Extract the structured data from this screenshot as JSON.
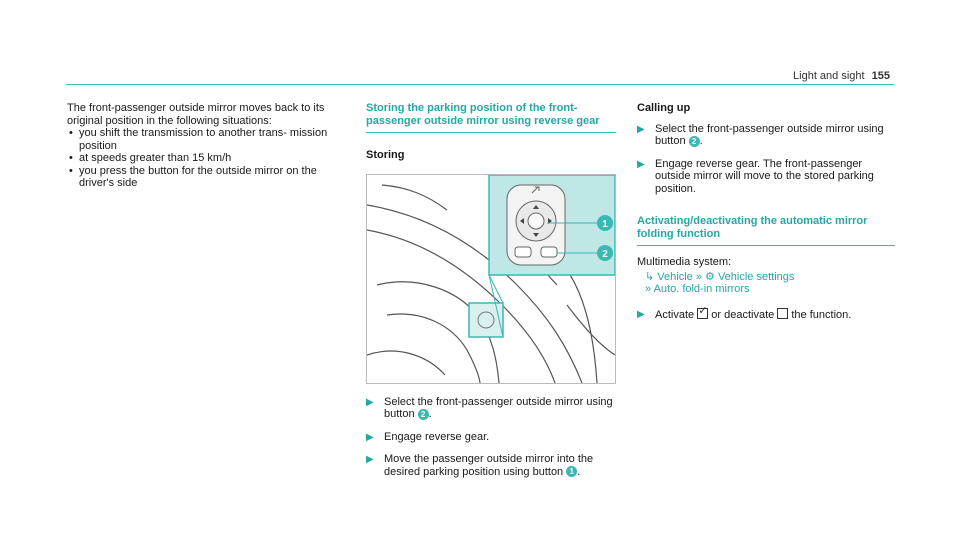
{
  "header": {
    "section": "Light and sight",
    "page": "155"
  },
  "col1": {
    "intro": "The front-passenger outside mirror moves back to its original position in the following situations:",
    "bullets": [
      "you shift the transmission to another trans- mission position",
      "at speeds greater than 15 km/h",
      "you press the button for the outside mirror on the driver's side"
    ]
  },
  "col2": {
    "heading": "Storing the parking position of the front-passenger outside mirror using reverse gear",
    "subheading": "Storing",
    "callouts": [
      "1",
      "2"
    ],
    "steps": [
      {
        "before": "Select the front-passenger outside mirror using button ",
        "num": "2",
        "after": "."
      },
      {
        "before": "Engage reverse gear.",
        "num": "",
        "after": ""
      },
      {
        "before": "Move the passenger outside mirror into the desired parking position using button ",
        "num": "1",
        "after": "."
      }
    ]
  },
  "col3": {
    "calling_up": "Calling up",
    "steps1": [
      {
        "before": "Select the front-passenger outside mirror using button ",
        "num": "2",
        "after": "."
      },
      {
        "before": "Engage reverse gear. The front-passenger outside mirror will move to the stored parking position.",
        "num": "",
        "after": ""
      }
    ],
    "heading2": "Activating/deactivating the automatic mirror folding function",
    "multimedia": "Multimedia system:",
    "nav1": "Vehicle",
    "nav2": "Vehicle settings",
    "nav3": "Auto. fold-in mirrors",
    "activate": "Activate",
    "or_deactivate": "or deactivate",
    "the_function": "the function."
  }
}
